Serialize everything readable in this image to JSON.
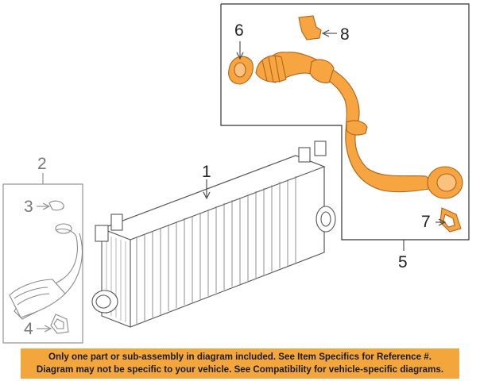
{
  "colors": {
    "highlight": "#f7a541",
    "highlight_stroke": "#b0631b",
    "line": "#555555",
    "grey_line": "#8a8a8a",
    "banner": "#f2a63c"
  },
  "callouts": {
    "c1": "1",
    "c2": "2",
    "c3": "3",
    "c4": "4",
    "c5": "5",
    "c6": "6",
    "c7": "7",
    "c8": "8"
  },
  "notice": {
    "line1": "Only one part or sub-assembly in diagram included. See Item Specifics for Reference #.",
    "line2": "Diagram may not be specific to your vehicle. See Compatibility for vehicle-specific diagrams."
  }
}
